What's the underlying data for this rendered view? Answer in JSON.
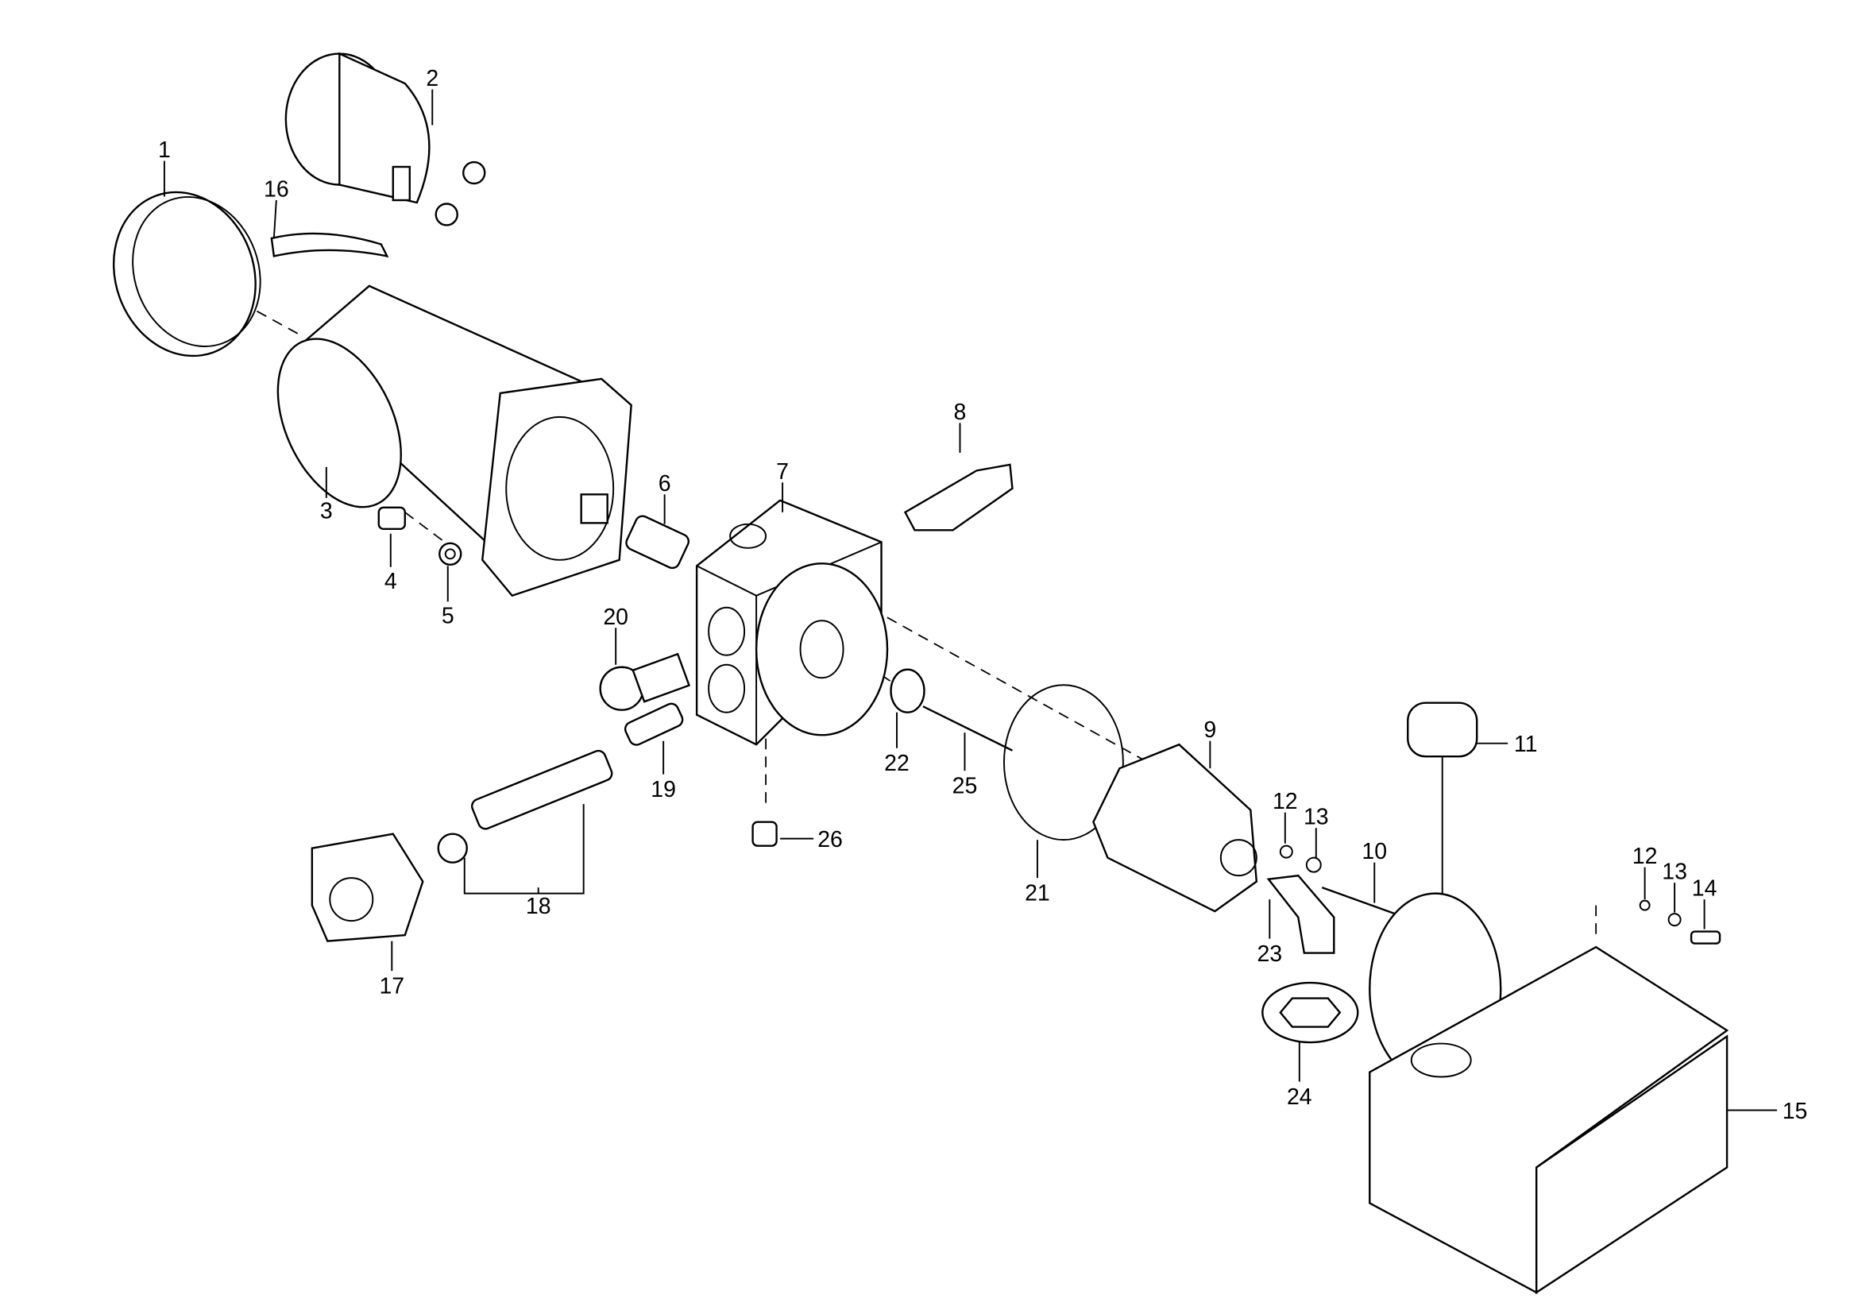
{
  "diagram": {
    "title": "",
    "callouts": [
      {
        "id": "c1",
        "label": "1"
      },
      {
        "id": "c2",
        "label": "2"
      },
      {
        "id": "c16",
        "label": "16"
      },
      {
        "id": "c3",
        "label": "3"
      },
      {
        "id": "c4",
        "label": "4"
      },
      {
        "id": "c5",
        "label": "5"
      },
      {
        "id": "c6",
        "label": "6"
      },
      {
        "id": "c7",
        "label": "7"
      },
      {
        "id": "c8",
        "label": "8"
      },
      {
        "id": "c20",
        "label": "20"
      },
      {
        "id": "c19",
        "label": "19"
      },
      {
        "id": "c22",
        "label": "22"
      },
      {
        "id": "c25",
        "label": "25"
      },
      {
        "id": "c21",
        "label": "21"
      },
      {
        "id": "c9",
        "label": "9"
      },
      {
        "id": "c11",
        "label": "11"
      },
      {
        "id": "c12a",
        "label": "12"
      },
      {
        "id": "c13a",
        "label": "13"
      },
      {
        "id": "c10",
        "label": "10"
      },
      {
        "id": "c26",
        "label": "26"
      },
      {
        "id": "c18",
        "label": "18"
      },
      {
        "id": "c17",
        "label": "17"
      },
      {
        "id": "c23",
        "label": "23"
      },
      {
        "id": "c24",
        "label": "24"
      },
      {
        "id": "c12b",
        "label": "12"
      },
      {
        "id": "c13b",
        "label": "13"
      },
      {
        "id": "c14",
        "label": "14"
      },
      {
        "id": "c15",
        "label": "15"
      }
    ]
  }
}
